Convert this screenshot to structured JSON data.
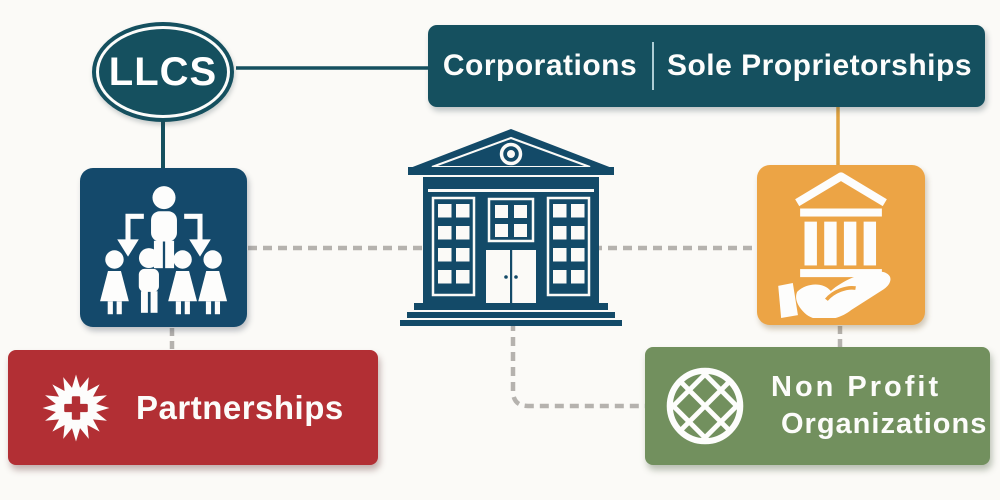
{
  "palette": {
    "background": "#fbfaf7",
    "teal_dark": "#15505f",
    "navy": "#14496b",
    "building_navy": "#134a68",
    "orange": "#eca445",
    "orange_line": "#e0a23f",
    "red": "#b22f34",
    "green": "#72905e",
    "dash_gray": "#b5b2ae",
    "text_white": "#fdfdfc"
  },
  "nodes": {
    "llcs": {
      "label": "LLCS",
      "shape": "ellipse"
    },
    "corporations_sole": {
      "left_label": "Corporations",
      "right_label": "Sole Proprietorships"
    },
    "ownership_structure": {
      "icon": "org-people-icon"
    },
    "institution": {
      "icon": "bank-building-icon"
    },
    "bank_on_hand": {
      "icon": "bank-hand-icon"
    },
    "partnerships": {
      "label": "Partnerships",
      "icon": "starburst-cross-icon"
    },
    "non_profit": {
      "label_line1": "Non Profit",
      "label_line2": "Organizations",
      "icon": "globe-icon"
    }
  },
  "connectors": {
    "llcs_to_corporations": "solid-teal",
    "llcs_to_ownership": "solid-teal",
    "corporations_to_bank_on_hand": "solid-orange",
    "ownership_to_bank_on_hand": "dashed-gray-horizontal",
    "ownership_to_partnerships": "dashed-gray-vertical",
    "institution_to_non_profit": "dashed-gray-elbow",
    "bank_on_hand_to_non_profit": "dashed-gray-vertical"
  }
}
